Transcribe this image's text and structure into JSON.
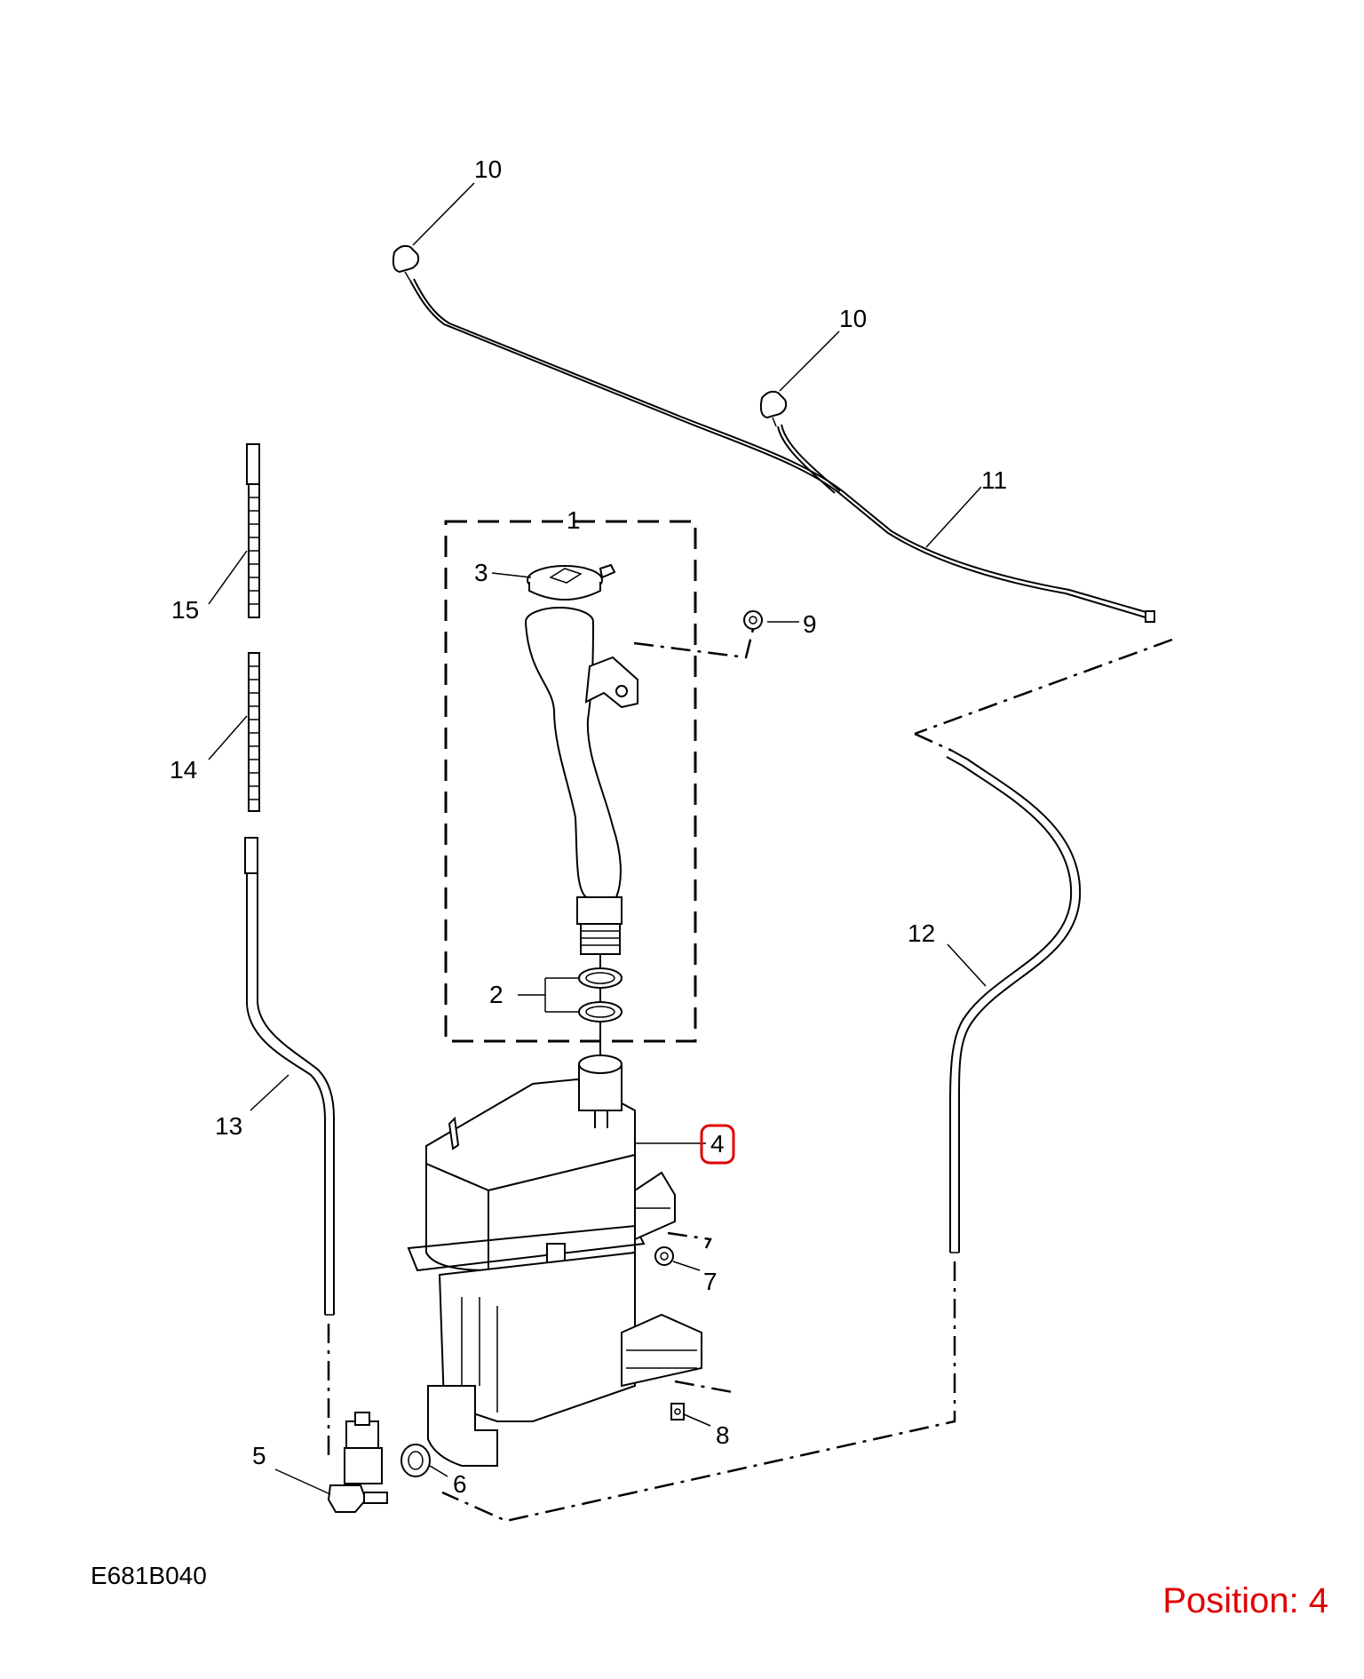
{
  "diagram_code": "E681B040",
  "position_label": "Position: 4",
  "highlight_color": "#e00000",
  "callouts": {
    "c1": "1",
    "c2": "2",
    "c3": "3",
    "c4": "4",
    "c5": "5",
    "c6": "6",
    "c7": "7",
    "c8": "8",
    "c9": "9",
    "c10a": "10",
    "c10b": "10",
    "c11": "11",
    "c12": "12",
    "c13": "13",
    "c14": "14",
    "c15": "15"
  }
}
